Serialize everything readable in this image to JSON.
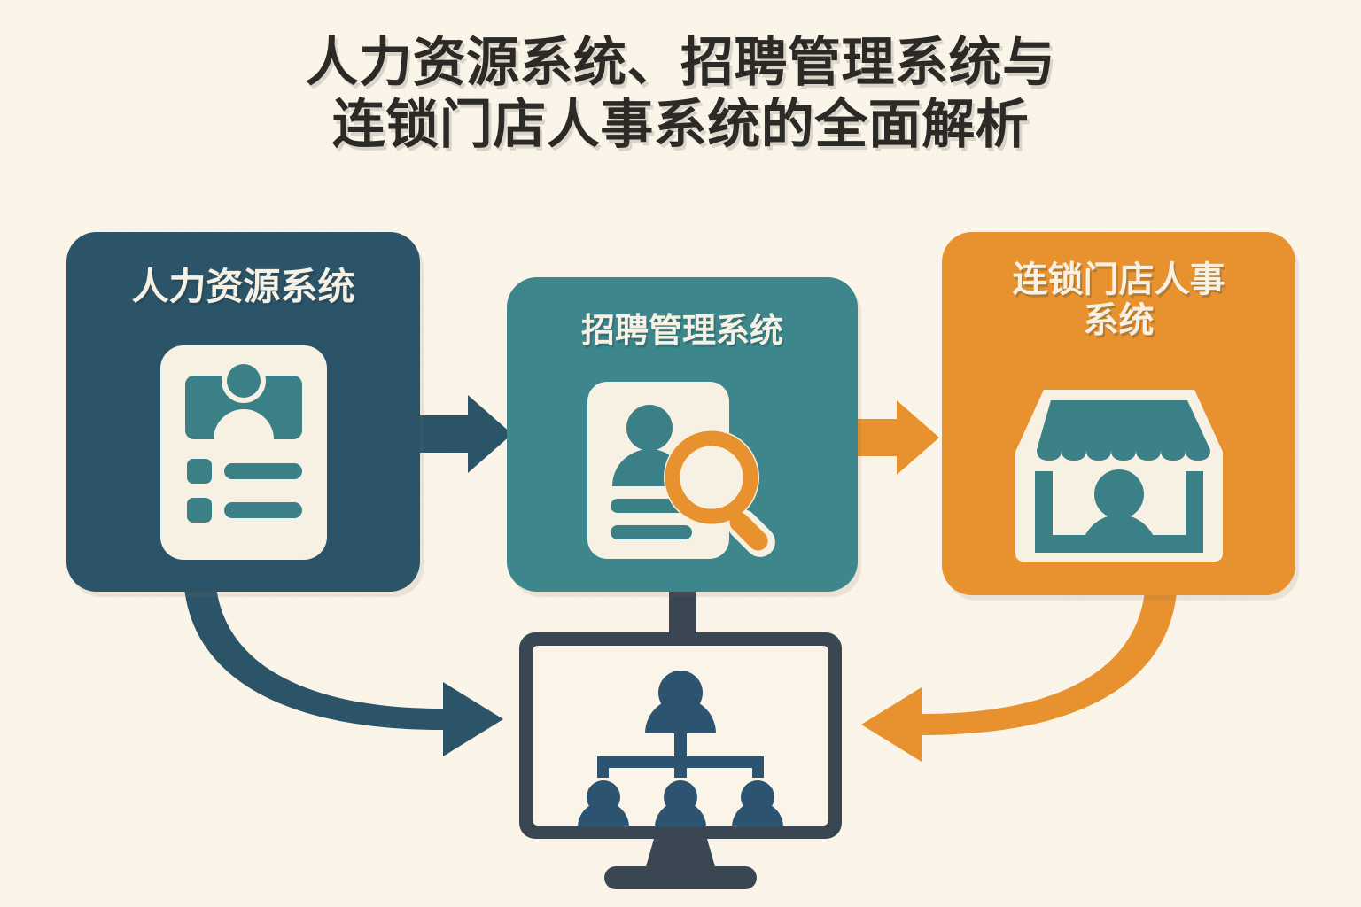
{
  "page": {
    "title": "人力资源系统、招聘管理系统与\n连锁门店人事系统的全面解析",
    "background_color": "#faf4e9",
    "title_color": "#2b2a27"
  },
  "cards": [
    {
      "id": "hr",
      "label": "人力资源系统",
      "color": "#2c5468",
      "icon": "employee-record-document-icon"
    },
    {
      "id": "recruit",
      "label": "招聘管理系统",
      "color": "#3d878c",
      "icon": "resume-search-icon"
    },
    {
      "id": "chain",
      "label": "连锁门店人事\n系统",
      "color": "#e7922e",
      "icon": "storefront-icon"
    }
  ],
  "hub": {
    "id": "dashboard",
    "icon": "monitor-org-chart-icon",
    "frame_color": "#3a4651",
    "screen_color": "#faf4e9",
    "chart_color": "#2c5470"
  },
  "connectors": [
    {
      "id": "hr-to-recruit",
      "from": "人力资源系统",
      "to": "招聘管理系统",
      "style": "straight-arrow-right",
      "color": "#2c5468"
    },
    {
      "id": "recruit-to-chain",
      "from": "招聘管理系统",
      "to": "连锁门店人事系统",
      "style": "straight-arrow-right",
      "color": "#e7922e"
    },
    {
      "id": "hr-to-dashboard",
      "from": "人力资源系统",
      "to": "dashboard",
      "style": "curved-arrow-down-right",
      "color": "#2c5468"
    },
    {
      "id": "chain-to-dashboard",
      "from": "连锁门店人事系统",
      "to": "dashboard",
      "style": "curved-arrow-down-left",
      "color": "#e7922e"
    },
    {
      "id": "recruit-to-dashboard",
      "from": "招聘管理系统",
      "to": "dashboard",
      "style": "straight-connector-down",
      "color": "#3a4651"
    }
  ],
  "palette": {
    "cream": "#faf4e9",
    "icon_cream": "#f7f1e4",
    "teal_icon": "#3b8086",
    "navy": "#2c5468",
    "teal": "#3d878c",
    "orange": "#e7922e",
    "charcoal": "#3a4651"
  }
}
